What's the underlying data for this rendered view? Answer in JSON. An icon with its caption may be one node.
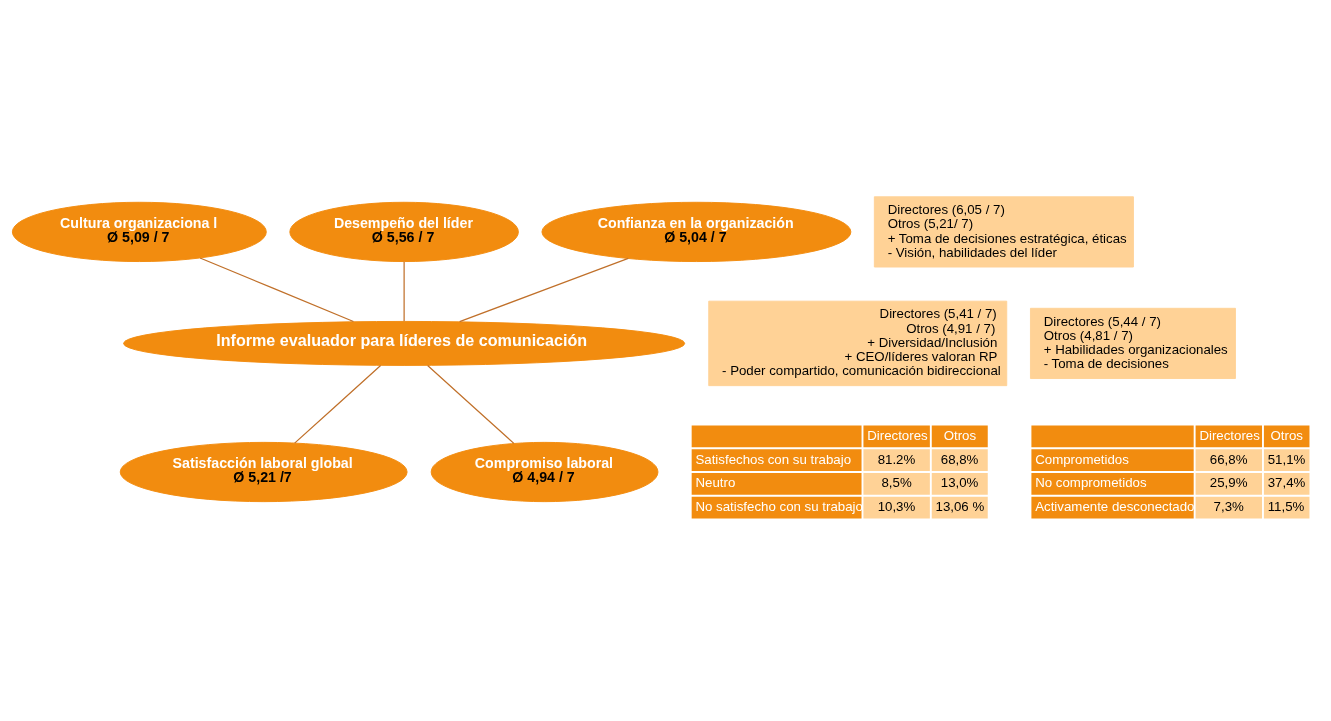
{
  "diagram": {
    "nodes": [
      {
        "text": [
          "Desempeño del líder",
          "Ø 5,56 / 7"
        ]
      },
      {
        "text": [
          "Directores (6,05 / 7)",
          "Otros (5,21/ 7)",
          "+ Toma de decisiones estratégica, éticas",
          "- Visión, habilidades del líder"
        ]
      },
      {
        "text": [
          "Cultura organizaciona l",
          "Ø 5,09 / 7"
        ]
      },
      {
        "text": [
          "Confianza en la organización",
          "Ø 5,04 / 7"
        ]
      },
      {
        "text": [
          "Directores (5,41 / 7)",
          "Otros (4,91 / 7)",
          "+ Diversidad/Inclusión",
          "+ CEO/líderes valoran RP",
          "- Poder compartido, comunicación bidireccional"
        ]
      },
      {
        "text": [
          "Informe evaluador para líderes de comunicación"
        ]
      },
      {
        "text": [
          "Directores (5,44 / 7)",
          "Otros (4,81 / 7)",
          "+ Habilidades organizacionales",
          "- Toma de decisiones"
        ]
      },
      {
        "text": [
          "Satisfacción laboral global",
          "Ø 5,21 /7"
        ]
      },
      {
        "text": [
          "Compromiso laboral",
          "Ø 4,94 / 7"
        ]
      }
    ],
    "edges": [
      {
        "from": 5,
        "to": 0,
        "arrow": "none"
      },
      {
        "from": 5,
        "to": 2,
        "arrow": "none"
      },
      {
        "from": 5,
        "to": 3,
        "arrow": "none"
      },
      {
        "from": 5,
        "to": 7,
        "arrow": "none"
      },
      {
        "from": 5,
        "to": 8,
        "arrow": "none"
      }
    ],
    "labels": [
      "Directores",
      "Otros",
      "Satisfechos con su trabajo",
      "81.2%",
      "68,8%",
      "Neutro",
      "8,5%",
      "13,0%",
      "No satisfecho con su trabajo",
      "10,3%",
      "13,06 %",
      "Directores",
      "Otros",
      "Comprometidos",
      "66,8%",
      "51,1%",
      "No comprometidos",
      "25,9%",
      "37,4%",
      "Activamente desconectado",
      "7,3%",
      "11,5%"
    ]
  }
}
